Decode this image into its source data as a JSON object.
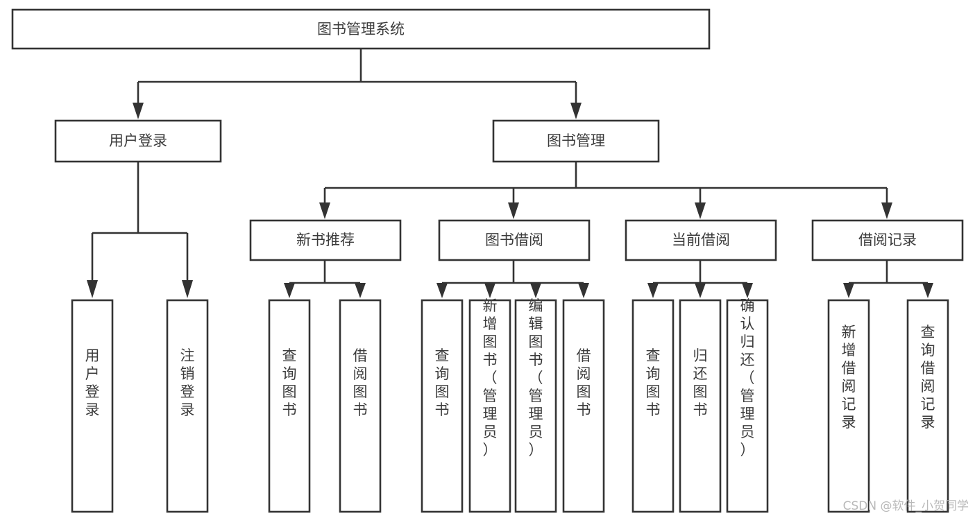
{
  "diagram": {
    "title": "图书管理系统",
    "type": "tree-hierarchy",
    "orientation": "top-down",
    "colors": {
      "stroke": "#333333",
      "fill": "#ffffff",
      "text": "#3b3b3b",
      "watermark": "#b9b9b9",
      "background": "#ffffff"
    },
    "root": {
      "label": "图书管理系统"
    },
    "level2": [
      {
        "label": "用户登录"
      },
      {
        "label": "图书管理"
      }
    ],
    "level3": [
      {
        "label": "新书推荐"
      },
      {
        "label": "图书借阅"
      },
      {
        "label": "当前借阅"
      },
      {
        "label": "借阅记录"
      }
    ],
    "leaves": {
      "user_login": [
        {
          "label": "用户登录"
        },
        {
          "label": "注销登录"
        }
      ],
      "new_book_recommend": [
        {
          "label": "查询图书"
        },
        {
          "label": "借阅图书"
        }
      ],
      "book_borrow": [
        {
          "label": "查询图书"
        },
        {
          "label": "新增图书（管理员）"
        },
        {
          "label": "编辑图书（管理员）"
        },
        {
          "label": "借阅图书"
        }
      ],
      "current_borrow": [
        {
          "label": "查询图书"
        },
        {
          "label": "归还图书"
        },
        {
          "label": "确认归还（管理员）"
        }
      ],
      "borrow_record": [
        {
          "label": "新增借阅记录"
        },
        {
          "label": "查询借阅记录"
        }
      ]
    },
    "watermark": "CSDN @软件_小贺同学"
  }
}
